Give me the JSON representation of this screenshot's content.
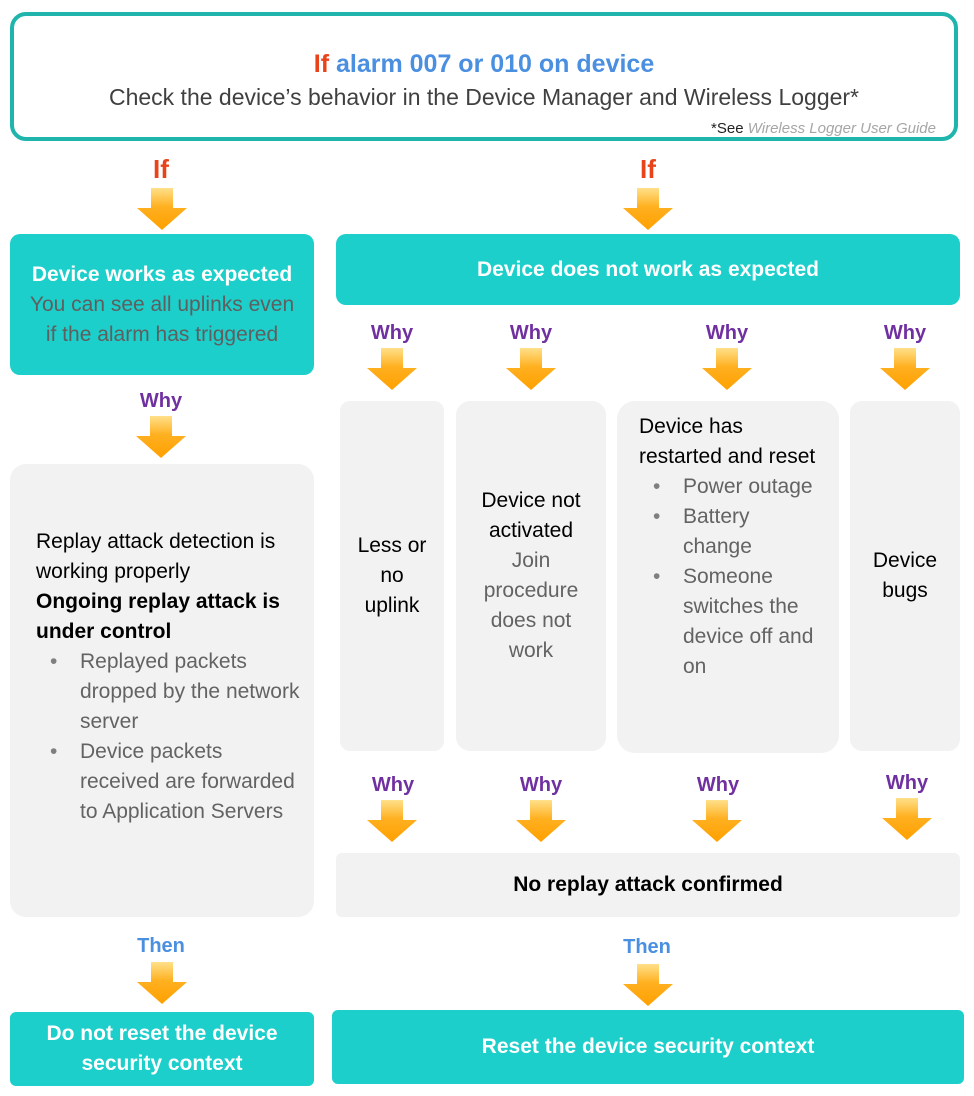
{
  "header": {
    "if_word": "If",
    "alarm_text": "alarm 007 or 010 on device",
    "check_text": "Check the device’s behavior in the Device Manager and Wireless Logger*",
    "note_prefix": "*See",
    "note_link": "Wireless Logger User Guide"
  },
  "connectors": {
    "if_label": "If",
    "why_label": "Why",
    "then_label": "Then"
  },
  "left_branch": {
    "works_title": "Device works as expected",
    "works_detail": "You can see all uplinks even if the alarm has triggered",
    "detection_text": "Replay attack detection is working properly",
    "control_text": "Ongoing replay attack is under control",
    "bullets": [
      "Replayed packets dropped by the network server",
      "Device packets received are forwarded to Application Servers"
    ],
    "result": "Do not reset the device security context"
  },
  "right_branch": {
    "not_working_title": "Device does not work as expected",
    "cause_uplink": "Less or no uplink",
    "cause_not_activated": "Device not activated",
    "cause_not_activated_detail": "Join procedure does not work",
    "cause_restart": "Device has restarted and reset",
    "restart_bullets": [
      "Power outage",
      "Battery change",
      "Someone switches the device off and on"
    ],
    "cause_bugs": "Device bugs",
    "confirmation": "No replay attack confirmed",
    "result": "Reset the device security context"
  },
  "colors": {
    "teal": "#1ccfcb",
    "border_teal": "#1fb5ac",
    "arrow_orange": "#ffa500",
    "if_red": "#e8431a",
    "alarm_blue": "#4a8fe0",
    "why_purple": "#7030a0",
    "gray_box": "#f2f2f2"
  }
}
